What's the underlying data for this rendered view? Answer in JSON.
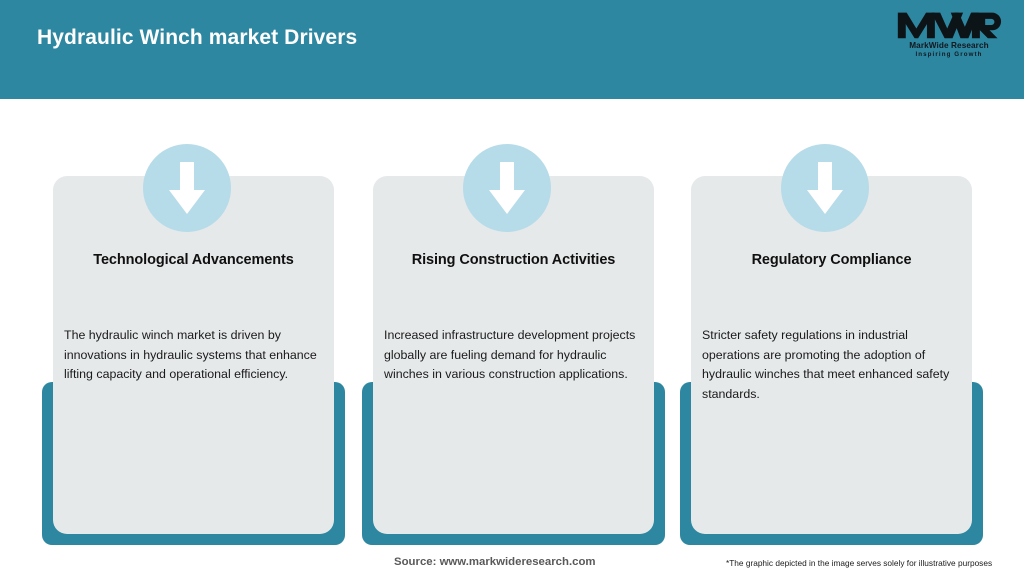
{
  "header": {
    "title": "Hydraulic Winch market Drivers",
    "background_color": "#2d87a0",
    "title_color": "#ffffff"
  },
  "logo": {
    "monogram": "MWR",
    "name": "MarkWide Research",
    "tagline": "Inspiring Growth"
  },
  "cards": [
    {
      "icon": "down-arrow-icon",
      "title": "Technological Advancements",
      "text": "The hydraulic winch market is driven by innovations in hydraulic systems that enhance lifting capacity and operational efficiency."
    },
    {
      "icon": "down-arrow-icon",
      "title": "Rising Construction Activities",
      "text": "Increased infrastructure development projects globally are fueling demand for hydraulic winches in various construction applications."
    },
    {
      "icon": "down-arrow-icon",
      "title": "Regulatory Compliance",
      "text": "Stricter safety regulations in industrial operations are promoting the adoption of hydraulic winches that meet enhanced safety standards."
    }
  ],
  "footer": {
    "source": "Source: www.markwideresearch.com",
    "disclaimer": "*The graphic depicted in the image serves solely for illustrative purposes"
  },
  "colors": {
    "accent_teal": "#2d87a0",
    "card_gray": "#e6e9ea",
    "badge_blue": "#b6dbe9",
    "page_background": "#ffffff"
  }
}
